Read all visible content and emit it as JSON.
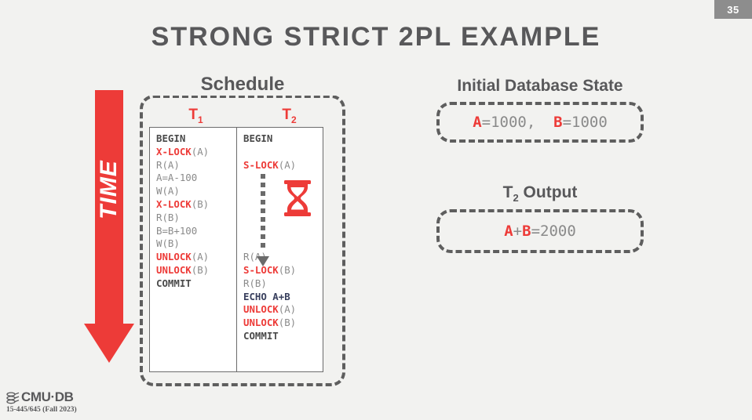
{
  "slide": {
    "page_number": "35",
    "title": "STRONG STRICT 2PL EXAMPLE",
    "background_color": "#f2f2f0",
    "accent_red": "#ed3b38",
    "text_gray": "#58585a",
    "code_gray": "#8a8a8a",
    "echo_navy": "#39405e"
  },
  "time_arrow": {
    "label": "TIME",
    "color": "#ed3b38",
    "direction": "down"
  },
  "schedule": {
    "caption": "Schedule",
    "columns": [
      {
        "header": "T",
        "header_sub": "1",
        "lines": [
          [
            {
              "t": "BEGIN",
              "s": "dk"
            }
          ],
          [
            {
              "t": "X-LOCK",
              "s": "kw"
            },
            {
              "t": "(A)",
              "s": "gy"
            }
          ],
          [
            {
              "t": "R(A)",
              "s": "gy"
            }
          ],
          [
            {
              "t": "A=A-100",
              "s": "gy"
            }
          ],
          [
            {
              "t": "W(A)",
              "s": "gy"
            }
          ],
          [
            {
              "t": "X-LOCK",
              "s": "kw"
            },
            {
              "t": "(B)",
              "s": "gy"
            }
          ],
          [
            {
              "t": "R(B)",
              "s": "gy"
            }
          ],
          [
            {
              "t": "B=B+100",
              "s": "gy"
            }
          ],
          [
            {
              "t": "W(B)",
              "s": "gy"
            }
          ],
          [
            {
              "t": "UNLOCK",
              "s": "kw"
            },
            {
              "t": "(A)",
              "s": "gy"
            }
          ],
          [
            {
              "t": "UNLOCK",
              "s": "kw"
            },
            {
              "t": "(B)",
              "s": "gy"
            }
          ],
          [
            {
              "t": "COMMIT",
              "s": "dk"
            }
          ]
        ]
      },
      {
        "header": "T",
        "header_sub": "2",
        "lines": [
          [
            {
              "t": "BEGIN",
              "s": "dk"
            }
          ],
          [
            {
              "t": " ",
              "s": "sp"
            }
          ],
          [
            {
              "t": "S-LOCK",
              "s": "kw"
            },
            {
              "t": "(A)",
              "s": "gy"
            }
          ],
          [
            {
              "t": " ",
              "s": "sp"
            }
          ],
          [
            {
              "t": " ",
              "s": "sp"
            }
          ],
          [
            {
              "t": " ",
              "s": "sp"
            }
          ],
          [
            {
              "t": " ",
              "s": "sp"
            }
          ],
          [
            {
              "t": " ",
              "s": "sp"
            }
          ],
          [
            {
              "t": " ",
              "s": "sp"
            }
          ],
          [
            {
              "t": "R(A)",
              "s": "gy"
            }
          ],
          [
            {
              "t": "S-LOCK",
              "s": "kw"
            },
            {
              "t": "(B)",
              "s": "gy"
            }
          ],
          [
            {
              "t": "R(B)",
              "s": "gy"
            }
          ],
          [
            {
              "t": "ECHO A+B",
              "s": "echo"
            }
          ],
          [
            {
              "t": "UNLOCK",
              "s": "kw"
            },
            {
              "t": "(A)",
              "s": "gy"
            }
          ],
          [
            {
              "t": "UNLOCK",
              "s": "kw"
            },
            {
              "t": "(B)",
              "s": "gy"
            }
          ],
          [
            {
              "t": "COMMIT",
              "s": "dk"
            }
          ]
        ]
      }
    ],
    "wait_indicator": {
      "icon": "hourglass-icon",
      "arrow": "dotted-down-arrow",
      "dot_count": 9
    }
  },
  "initial_db_state": {
    "caption": "Initial Database State",
    "value_parts": [
      {
        "t": "A",
        "s": "var"
      },
      {
        "t": "=1000,  ",
        "s": "gy"
      },
      {
        "t": "B",
        "s": "var"
      },
      {
        "t": "=1000",
        "s": "gy"
      }
    ]
  },
  "t2_output": {
    "caption": "T",
    "caption_sub": "2",
    "caption_rest": " Output",
    "value_parts": [
      {
        "t": "A",
        "s": "var"
      },
      {
        "t": "+",
        "s": "gy"
      },
      {
        "t": "B",
        "s": "var"
      },
      {
        "t": "=2000",
        "s": "gy"
      }
    ]
  },
  "footer": {
    "logo_text": "CMU·DB",
    "course": "15-445/645 (Fall 2023)"
  }
}
